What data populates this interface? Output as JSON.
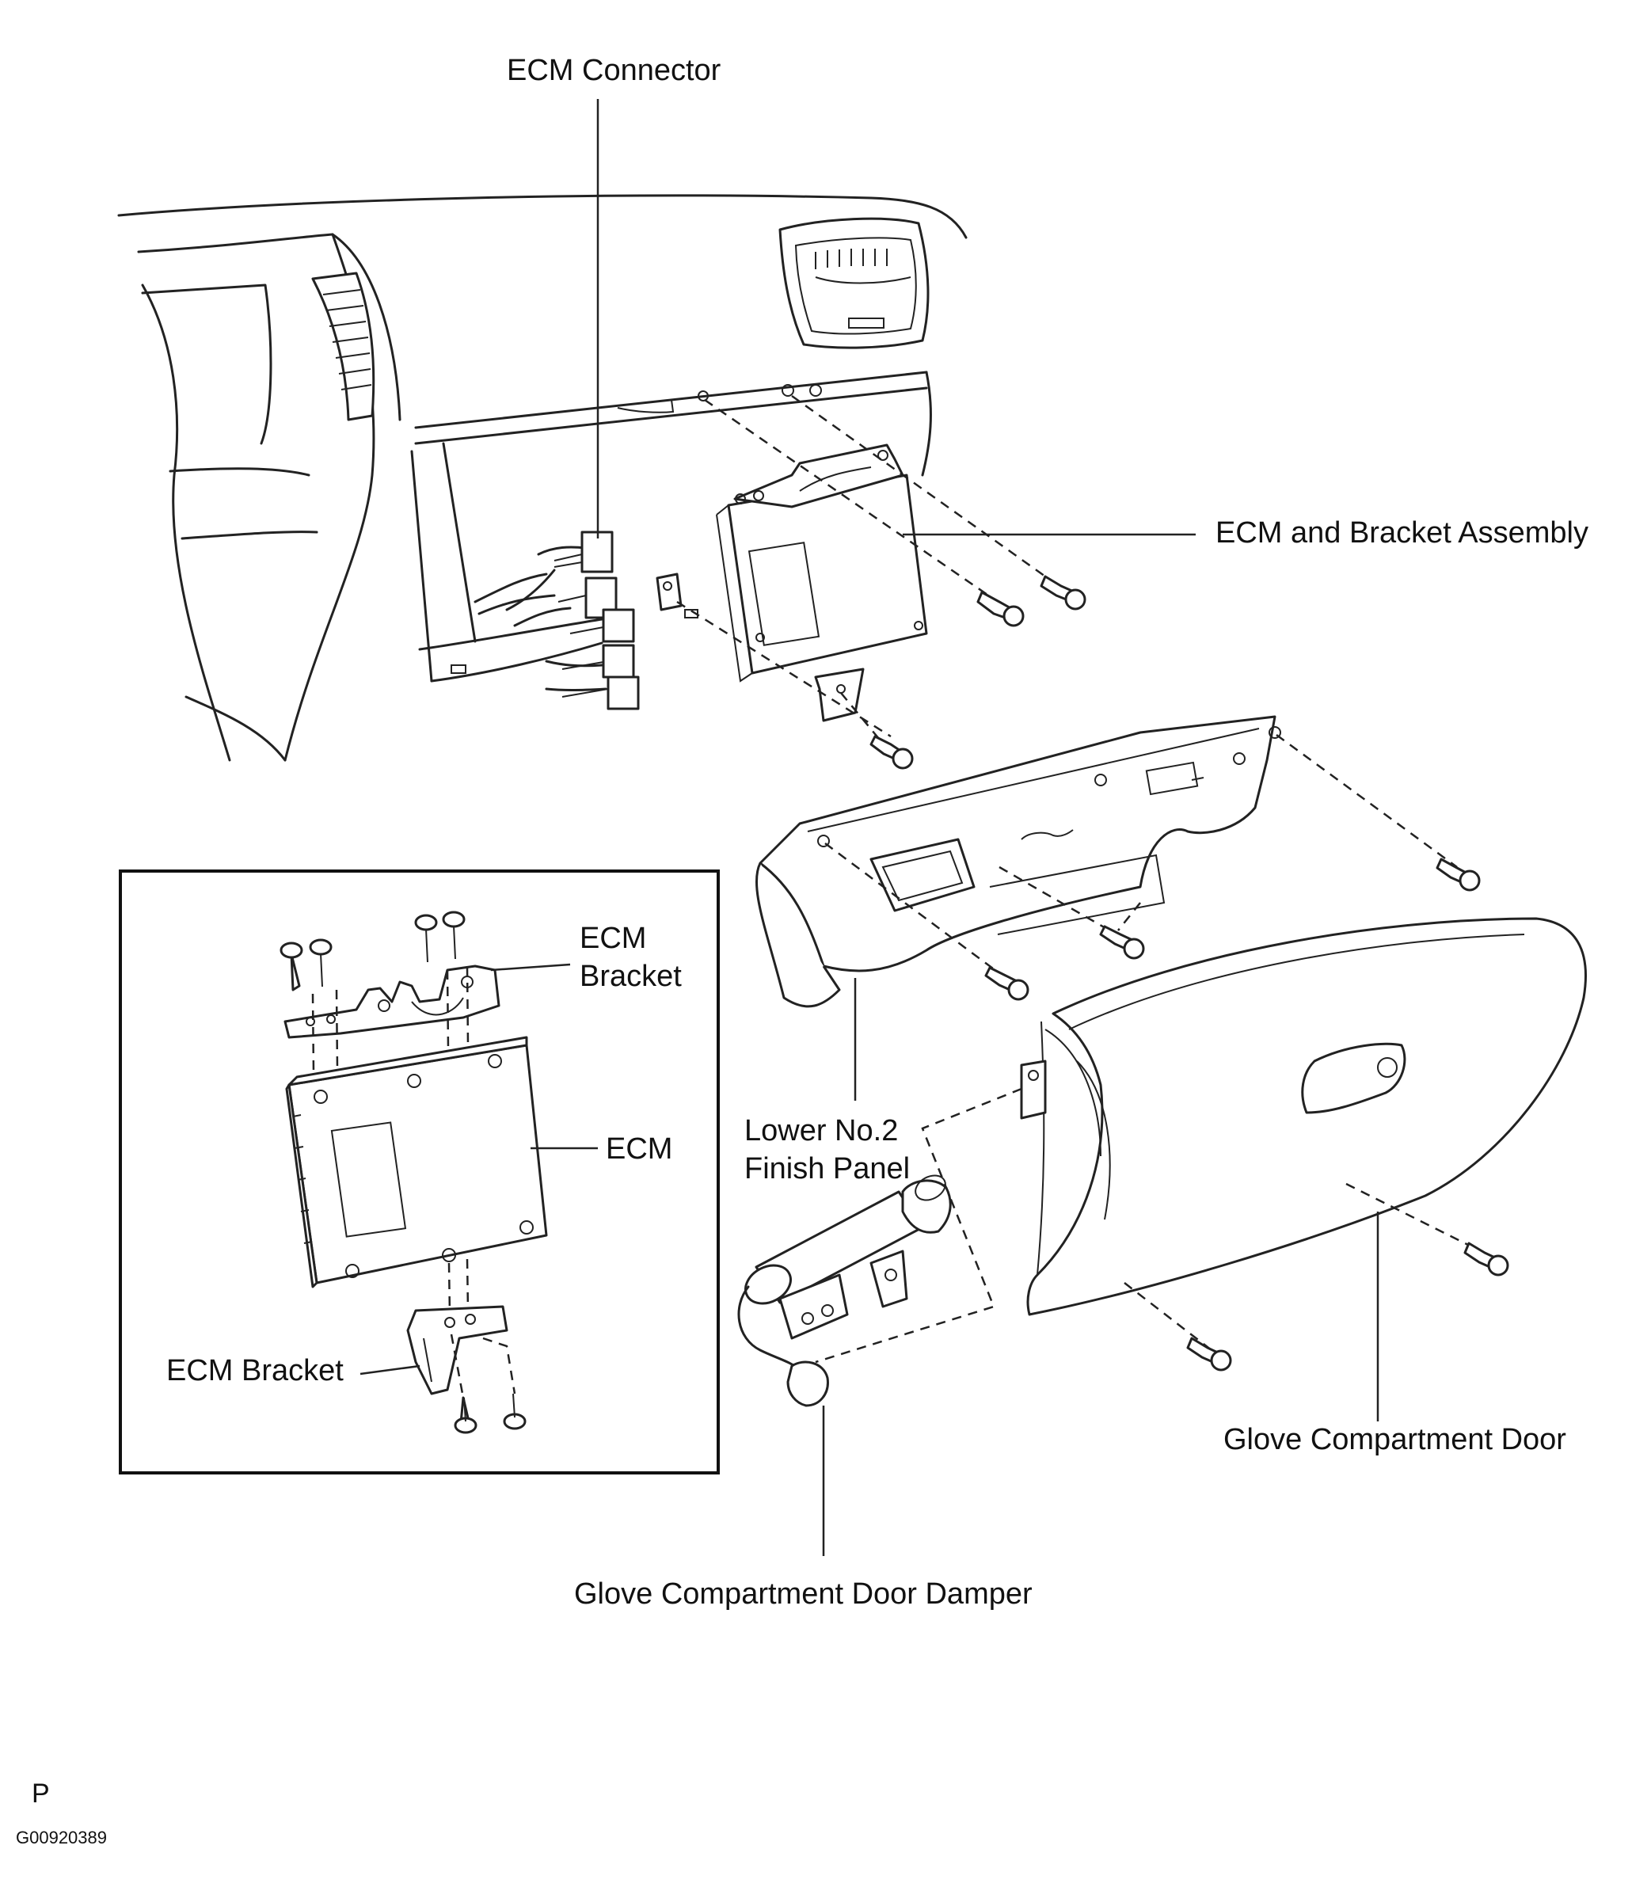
{
  "labels": {
    "ecm_connector": "ECM Connector",
    "ecm_bracket_assembly": "ECM and Bracket Assembly",
    "ecm_bracket_top_line1": "ECM",
    "ecm_bracket_top_line2": "Bracket",
    "ecm": "ECM",
    "ecm_bracket_bottom": "ECM Bracket",
    "lower_panel_line1": "Lower No.2",
    "lower_panel_line2": "Finish Panel",
    "glove_door": "Glove Compartment Door",
    "glove_damper": "Glove Compartment Door Damper"
  },
  "footer": {
    "mark": "P",
    "figure_id": "G00920389"
  }
}
